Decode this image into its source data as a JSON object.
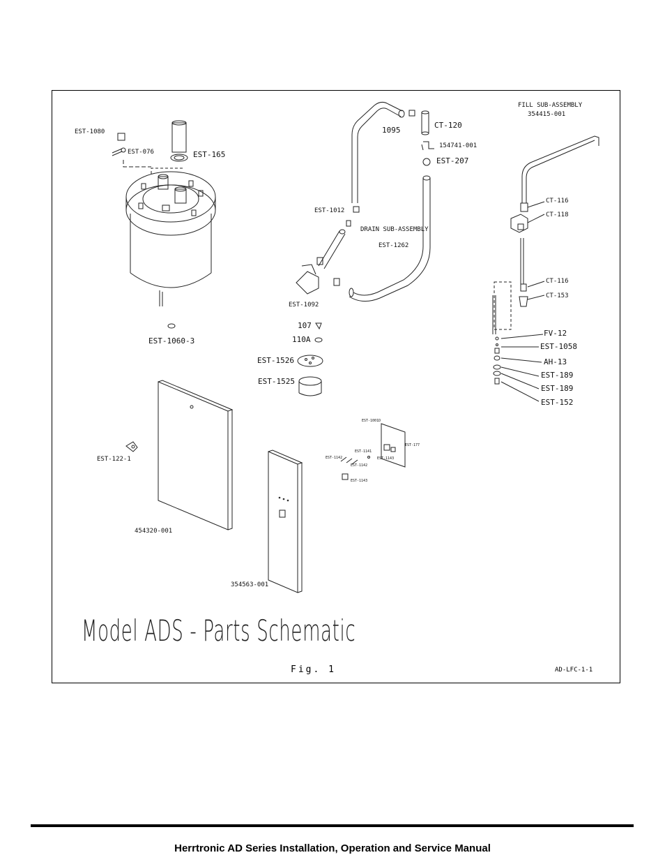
{
  "diagram": {
    "title": "Model ADS - Parts Schematic",
    "figure_label": "Fig. 1",
    "drawing_code": "AD-LFC-1-1",
    "labels": {
      "est_1080": "EST-1080",
      "est_076": "EST-076",
      "est_165": "EST-165",
      "est_1060_3": "EST-1060-3",
      "p1095": "1095",
      "ct_120": "CT-120",
      "p154741": "154741-001",
      "est_207": "EST-207",
      "fill_sub": "FILL SUB-ASSEMBLY",
      "fill_sub_no": "354415-001",
      "ct_116_a": "CT-116",
      "ct_118": "CT-118",
      "est_1012": "EST-1012",
      "drain_sub": "DRAIN SUB-ASSEMBLY",
      "est_1262": "EST-1262",
      "est_1092": "EST-1092",
      "p107": "107",
      "p110a": "110A",
      "est_1526": "EST-1526",
      "est_1525": "EST-1525",
      "ct_116_b": "CT-116",
      "ct_153": "CT-153",
      "fv_12": "FV-12",
      "est_1058": "EST-1058",
      "ah_13": "AH-13",
      "est_189_a": "EST-189",
      "est_189_b": "EST-189",
      "est_152": "EST-152",
      "est_122_1": "EST-122-1",
      "p454320": "454320-001",
      "p354563": "354563-001",
      "est_1001d": "EST-1001D",
      "est_1141": "EST-1141",
      "est_1142_a": "EST-1142",
      "est_1142_b": "EST-1142",
      "est_1143_a": "EST-1143",
      "est_1143_b": "EST-1143",
      "est_177": "EST-177"
    }
  },
  "footer": {
    "manual_title": "Herrtronic AD Series Installation, Operation and Service Manual"
  }
}
